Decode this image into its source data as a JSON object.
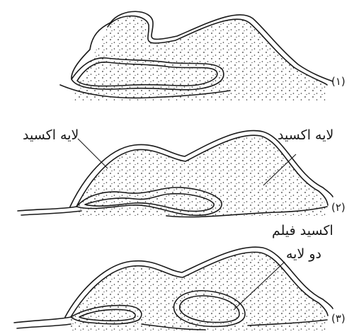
{
  "figure": {
    "steps": [
      {
        "number": "(۱)"
      },
      {
        "number": "(۲)"
      },
      {
        "number": "(۳)"
      }
    ],
    "annotations": {
      "oxide_layer_left": "لایه اکسید",
      "oxide_layer_right": "لایه اکسید",
      "double_oxide_film_line1": "اکسید فیلم",
      "double_oxide_film_line2": "دو لایه"
    },
    "colors": {
      "stroke": "#1a1a1a",
      "stipple": "#333333",
      "background": "#ffffff"
    }
  }
}
